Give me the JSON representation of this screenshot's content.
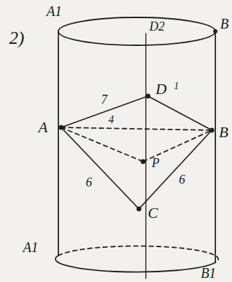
{
  "diagram": {
    "labels": [
      "2)",
      "A1",
      "D2",
      "B",
      "7",
      "D",
      "1",
      "A",
      "4",
      "B",
      "P",
      "6",
      "6",
      "C",
      "A1",
      "B1"
    ]
  }
}
